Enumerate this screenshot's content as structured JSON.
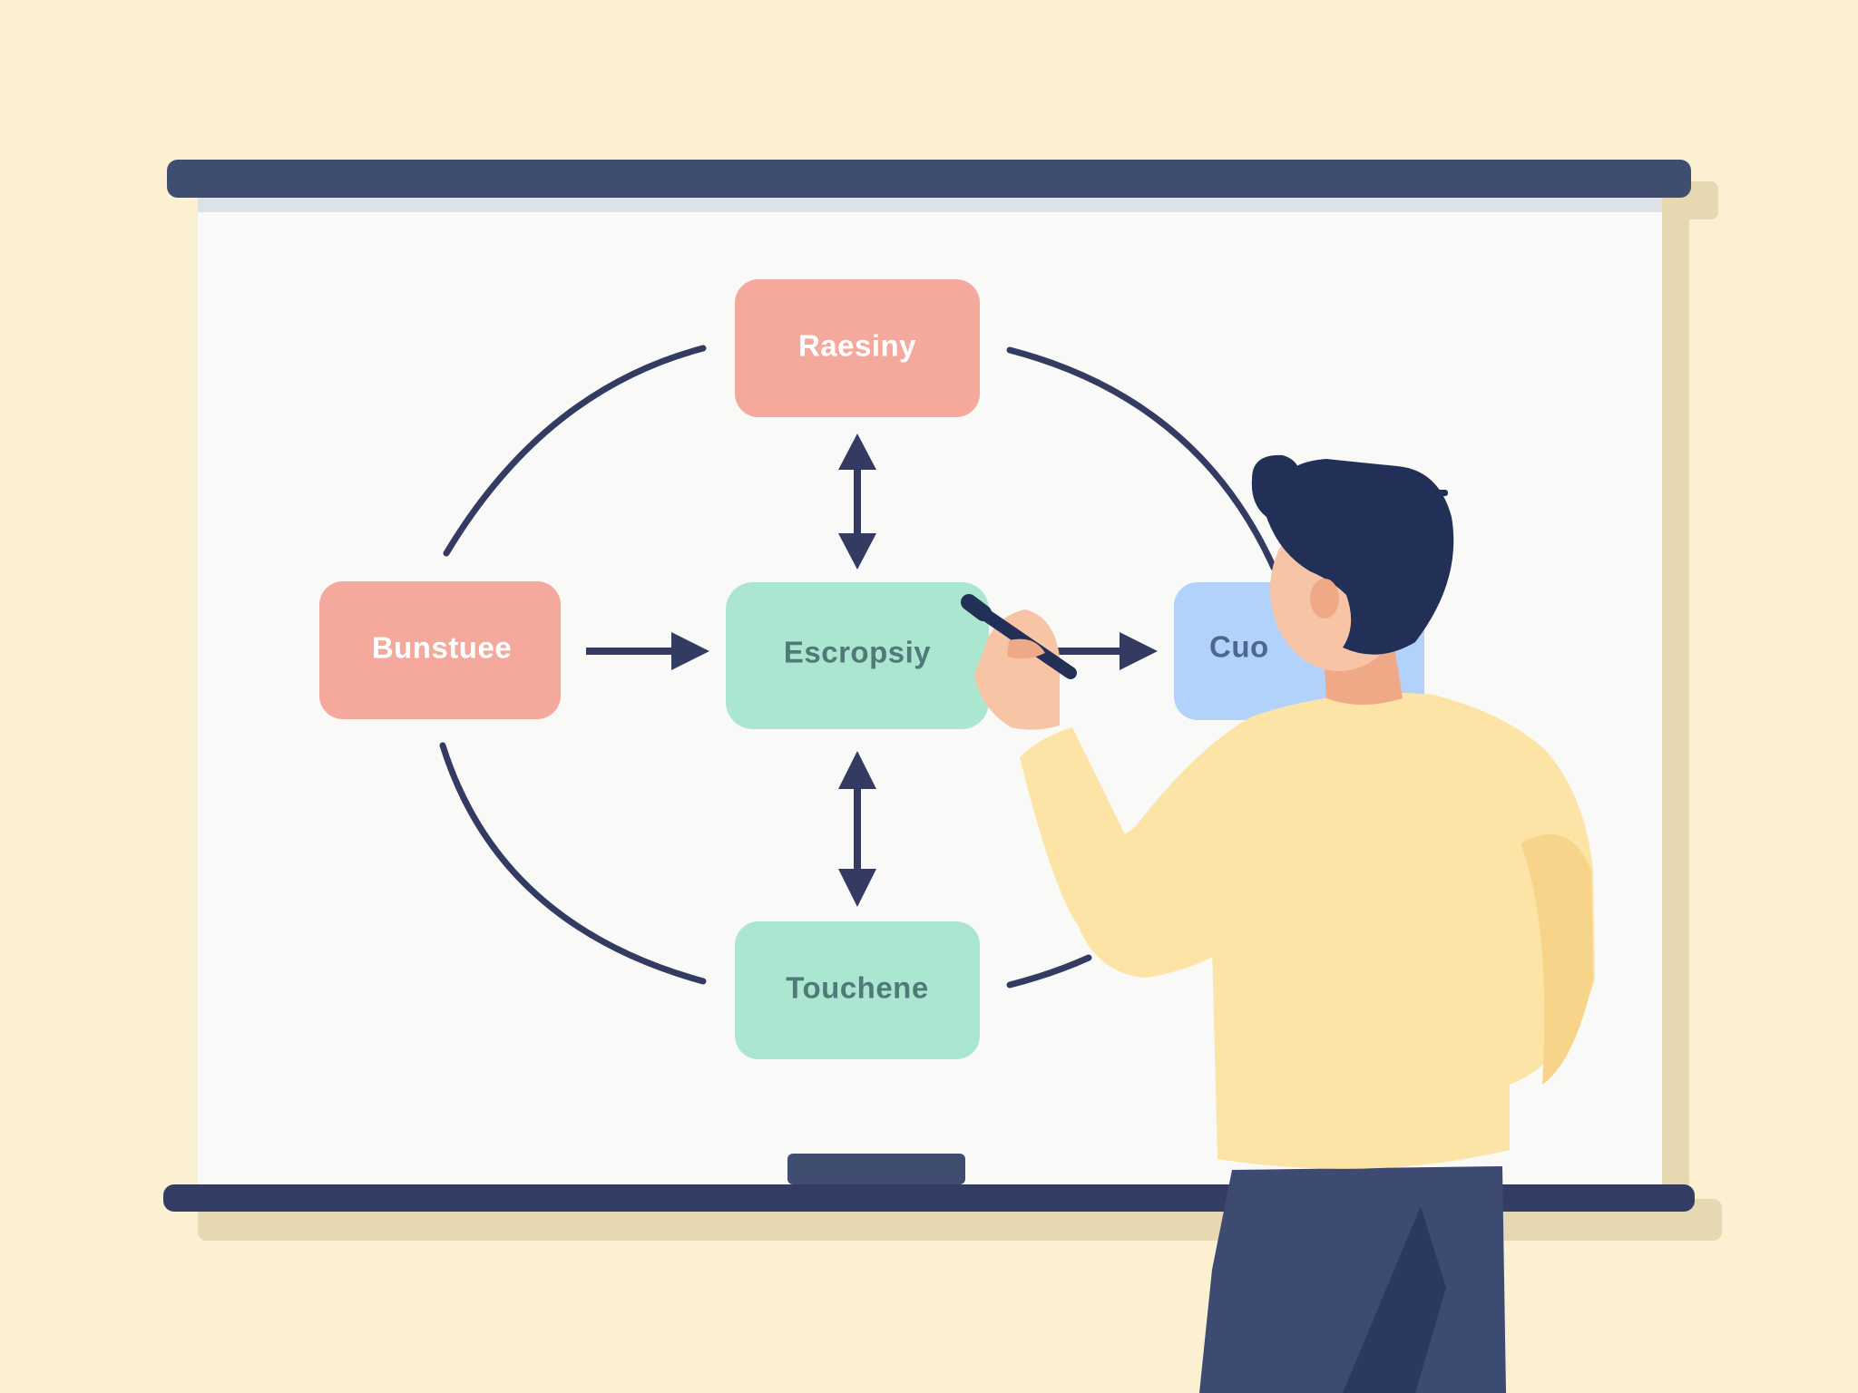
{
  "colors": {
    "background": "#fbf0d2",
    "board_surface": "#f9f9f8",
    "frame_navy": "#3e4d70",
    "connector_navy": "#333b62",
    "coral_node": "#f5a99c",
    "mint_node": "#abe6d1",
    "blue_node": "#b2d2fb",
    "shirt": "#fbe4a5",
    "hair": "#223058",
    "pants": "#3d4b72",
    "skin": "#f7c4a6"
  },
  "diagram": {
    "nodes": [
      {
        "id": "top",
        "label": "Raesiny",
        "color": "coral"
      },
      {
        "id": "left",
        "label": "Bunstuee",
        "color": "coral"
      },
      {
        "id": "center",
        "label": "Escropsiy",
        "color": "mint"
      },
      {
        "id": "right",
        "label": "Cuo",
        "color": "blue"
      },
      {
        "id": "bottom",
        "label": "Touchene",
        "color": "mint"
      }
    ],
    "edges": [
      {
        "from": "top",
        "to": "center",
        "direction": "both"
      },
      {
        "from": "center",
        "to": "bottom",
        "direction": "both"
      },
      {
        "from": "left",
        "to": "center",
        "direction": "forward"
      },
      {
        "from": "center",
        "to": "right",
        "direction": "forward"
      }
    ]
  },
  "icons": [
    "whiteboard",
    "marker-tray",
    "marker-pen",
    "presenter-person"
  ]
}
